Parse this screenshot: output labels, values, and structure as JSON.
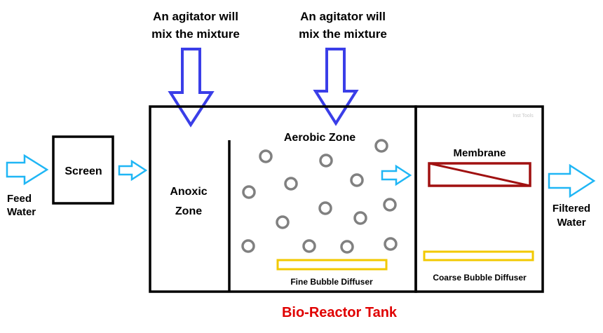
{
  "colors": {
    "agitator_arrow": "#3a3ee8",
    "flow_arrow": "#1fb6f5",
    "diffuser": "#f2c900",
    "membrane": "#a01010",
    "bubble": "#808080",
    "title": "#e00000"
  },
  "agitator_left": {
    "line1": "An agitator will",
    "line2": "mix the mixture"
  },
  "agitator_right": {
    "line1": "An agitator will",
    "line2": "mix the mixture"
  },
  "feed": {
    "line1": "Feed",
    "line2": "Water"
  },
  "screen": {
    "label": "Screen"
  },
  "anoxic": {
    "line1": "Anoxic",
    "line2": "Zone"
  },
  "aerobic": {
    "label": "Aerobic Zone"
  },
  "fine_diffuser": {
    "label": "Fine Bubble Diffuser"
  },
  "membrane": {
    "label": "Membrane"
  },
  "coarse_diffuser": {
    "label": "Coarse Bubble Diffuser"
  },
  "filtered": {
    "line1": "Filtered",
    "line2": "Water"
  },
  "watermark": "Inst Tools",
  "tank_title": "Bio-Reactor Tank"
}
